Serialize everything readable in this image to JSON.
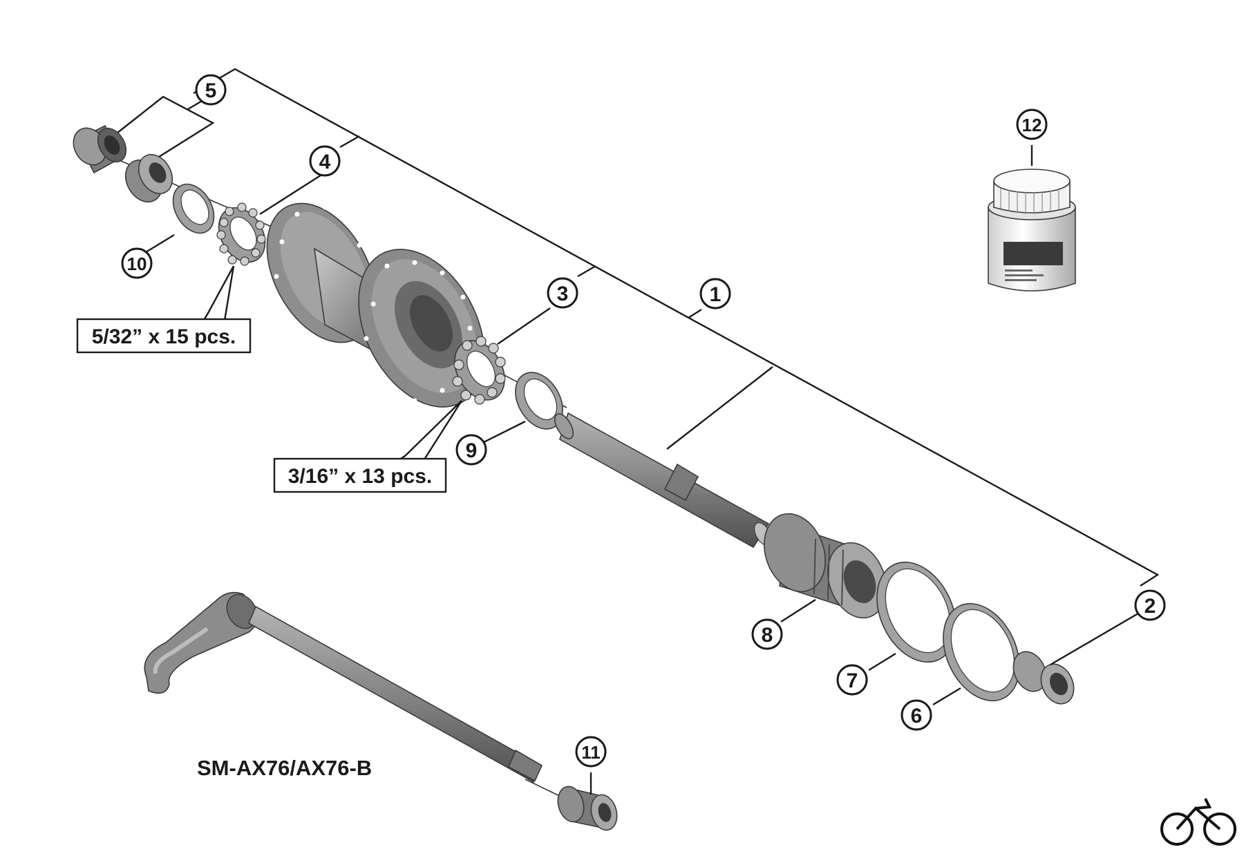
{
  "callouts": [
    {
      "id": "1",
      "label": "1"
    },
    {
      "id": "2",
      "label": "2"
    },
    {
      "id": "3",
      "label": "3"
    },
    {
      "id": "4",
      "label": "4"
    },
    {
      "id": "5",
      "label": "5"
    },
    {
      "id": "6",
      "label": "6"
    },
    {
      "id": "7",
      "label": "7"
    },
    {
      "id": "8",
      "label": "8"
    },
    {
      "id": "9",
      "label": "9"
    },
    {
      "id": "10",
      "label": "10"
    },
    {
      "id": "11",
      "label": "11"
    },
    {
      "id": "12",
      "label": "12"
    }
  ],
  "notes": {
    "small_balls": "5/32” x 15 pcs.",
    "large_balls": "3/16” x 13 pcs."
  },
  "model_label": "SM-AX76/AX76-B",
  "logo_icon": "bicycle-icon",
  "colors": {
    "line": "#1a1a1a",
    "part_dark": "#6b6b6b",
    "part_light": "#b8b8b8",
    "background": "#ffffff"
  }
}
